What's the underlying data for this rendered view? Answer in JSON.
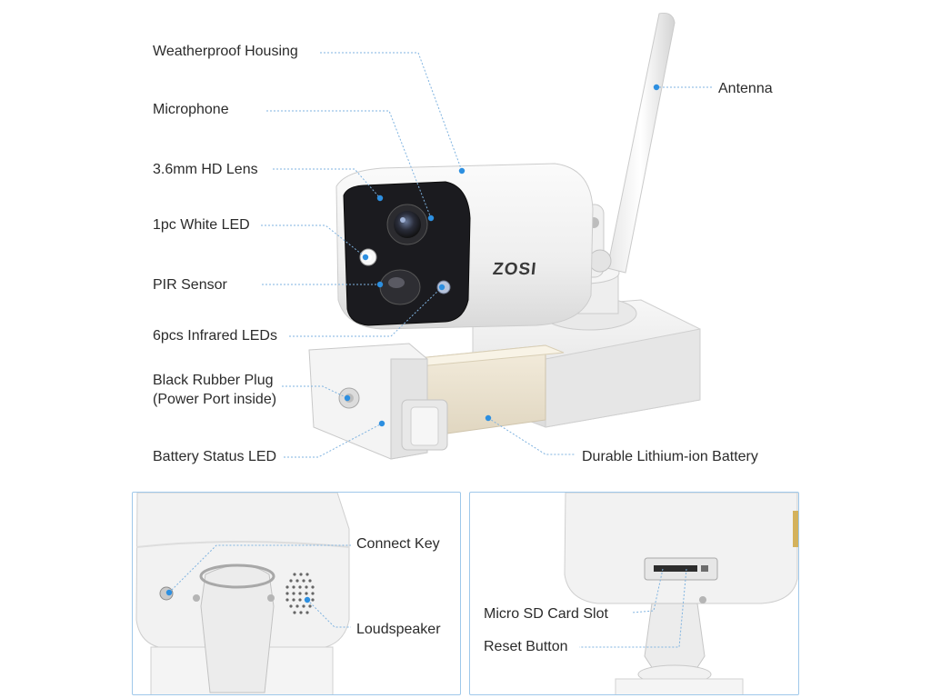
{
  "product": {
    "brand": "ZOSI"
  },
  "callouts": {
    "weatherproof_housing": "Weatherproof Housing",
    "antenna": "Antenna",
    "microphone": "Microphone",
    "hd_lens": "3.6mm HD Lens",
    "white_led": "1pc White LED",
    "pir_sensor": "PIR Sensor",
    "infrared_leds": "6pcs Infrared LEDs",
    "rubber_plug_line1": "Black Rubber Plug",
    "rubber_plug_line2": "(Power Port inside)",
    "battery_status_led": "Battery Status LED",
    "lithium_battery": "Durable Lithium-ion Battery"
  },
  "detail_left": {
    "connect_key": "Connect Key",
    "loudspeaker": "Loudspeaker"
  },
  "detail_right": {
    "sd_slot": "Micro SD Card Slot",
    "reset_button": "Reset Button"
  },
  "colors": {
    "callout_dot": "#2d8fe0",
    "callout_line": "#7fb3e0",
    "panel_border": "#9fc8ea",
    "housing": "#f2f2f2",
    "lens_face": "#1c1c20"
  }
}
